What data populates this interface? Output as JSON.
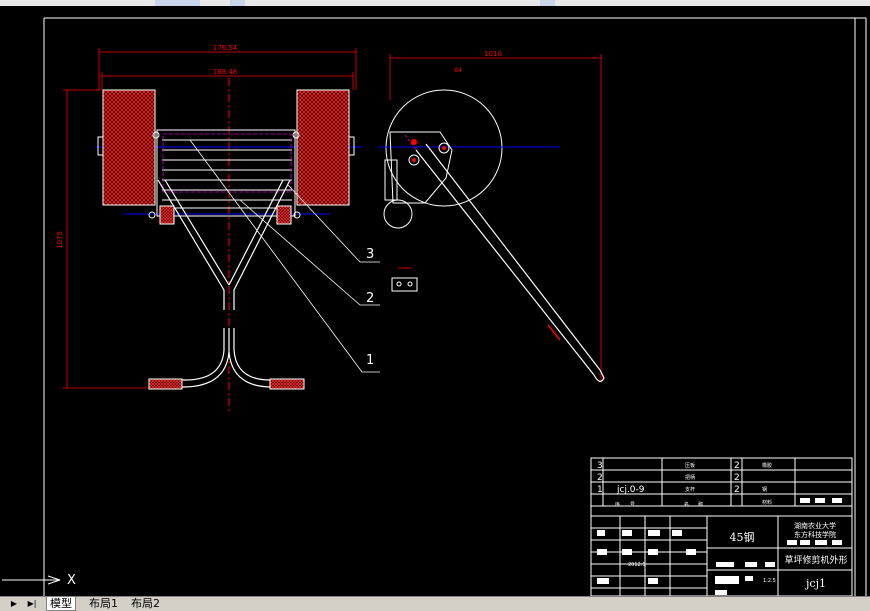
{
  "drawing": {
    "dim_top_outer": "176.54",
    "dim_top_inner": "168.48",
    "dim_side_width": "1010",
    "dim_side_small": "84",
    "dim_height": "1075",
    "callouts": [
      "1",
      "2",
      "3"
    ]
  },
  "title_block": {
    "rows": [
      {
        "no": "3",
        "name": "压板",
        "qty": "2",
        "note": "橡胶"
      },
      {
        "no": "2",
        "name": "把柄",
        "qty": "2",
        "note": ""
      },
      {
        "no": "1",
        "code": "jcj.0-9",
        "name": "支杆",
        "qty": "2",
        "note": "钢"
      }
    ],
    "header": {
      "a": "序",
      "b": "号",
      "c": "名",
      "d": "称",
      "e": "材料"
    },
    "material": "45钢",
    "school_line1": "湖南农业大学",
    "school_line2": "东方科技学院",
    "date": "2012.5",
    "drawing_name": "草坪修剪机外形",
    "drawing_code": "jcj1",
    "scale": "1:2.5"
  },
  "ucs": {
    "x_label": "X"
  },
  "tabs": {
    "model": "模型",
    "layout1": "布局1",
    "layout2": "布局2"
  },
  "colors": {
    "background": "#000000",
    "line": "#ffffff",
    "dimension": "#ff0000",
    "centerline": "#0000ff",
    "hidden": "#cc00cc"
  }
}
